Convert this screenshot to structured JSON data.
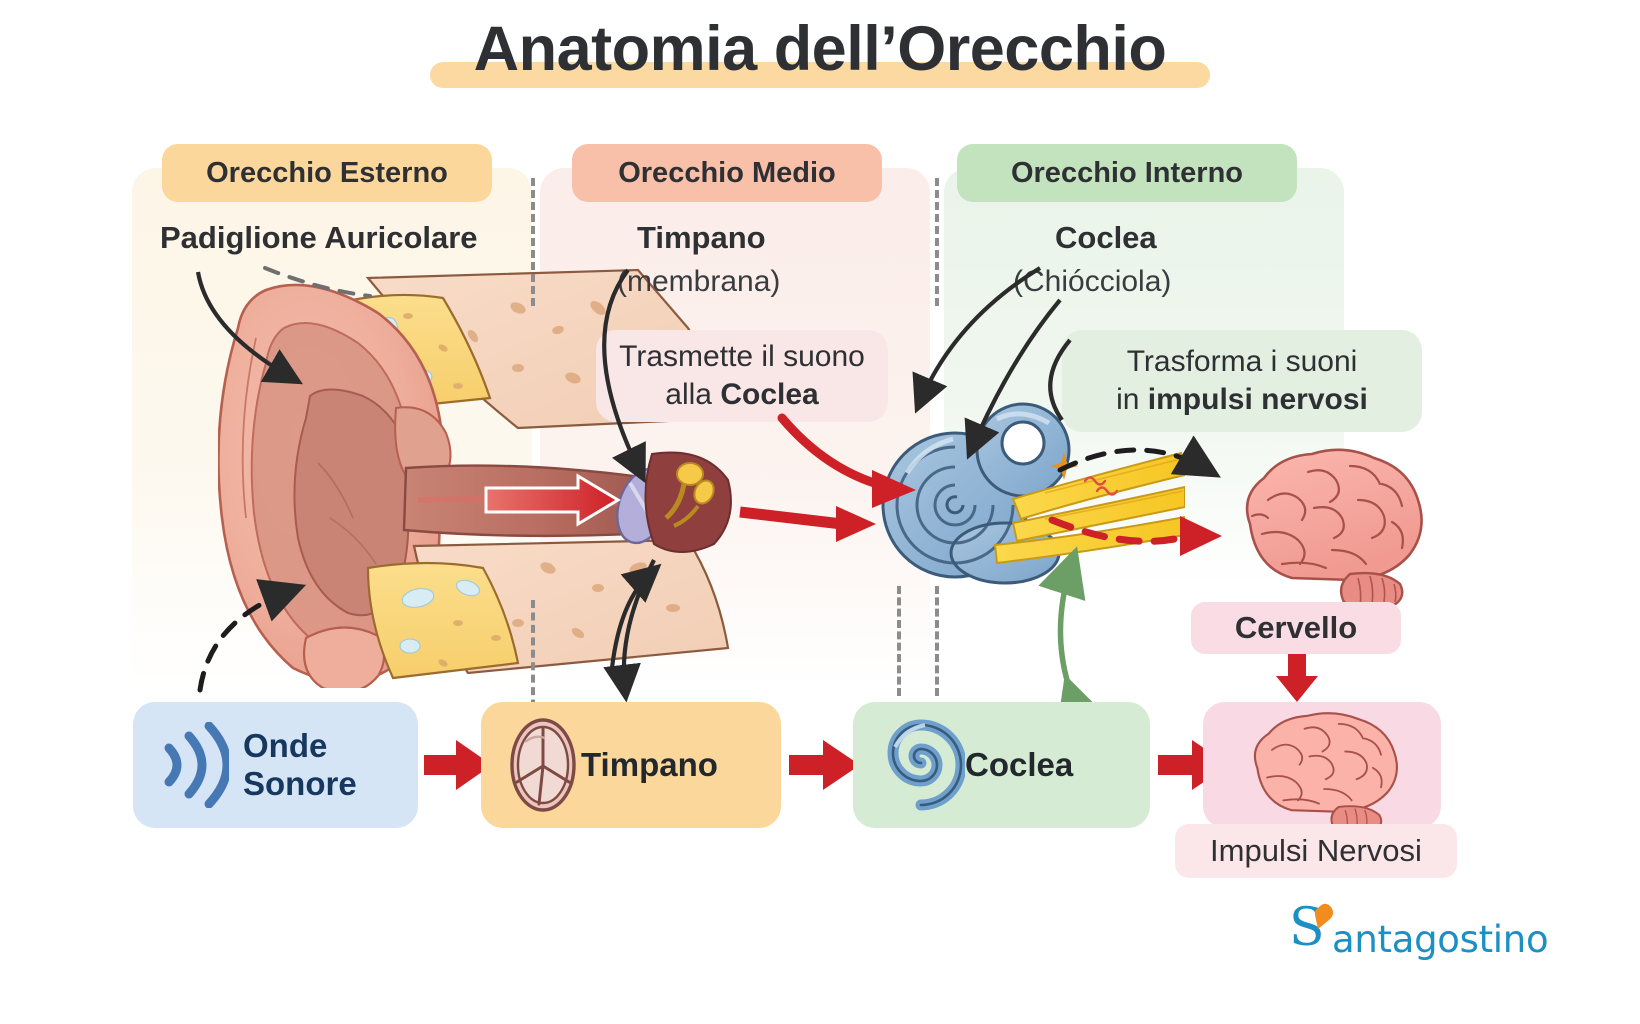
{
  "title": "Anatomia dell’Orecchio",
  "sections": [
    {
      "id": "esterno",
      "pill": "Orecchio Esterno"
    },
    {
      "id": "medio",
      "pill": "Orecchio Medio"
    },
    {
      "id": "interno",
      "pill": "Orecchio Interno"
    }
  ],
  "labels": {
    "padiglione": "Padiglione Auricolare",
    "timpano": "Timpano",
    "membrana": "(membrana)",
    "coclea": "Coclea",
    "chiocciola": "(Chiócciola)"
  },
  "callouts": {
    "trasmette_line1": "Trasmette il suono",
    "trasmette_line2_plain": "alla ",
    "trasmette_line2_bold": "Coclea",
    "trasforma_line1": "Trasforma i suoni",
    "trasforma_line2_plain": "in ",
    "trasforma_line2_bold": "impulsi nervosi"
  },
  "flow": [
    {
      "id": "onde",
      "label_line1": "Onde",
      "label_line2": "Sonore",
      "icon": "sound-waves-icon",
      "bg": "#D5E5F5"
    },
    {
      "id": "timpano",
      "label": "Timpano",
      "icon": "eardrum-icon",
      "bg": "#FBD79B"
    },
    {
      "id": "coclea",
      "label": "Coclea",
      "icon": "cochlea-spiral-icon",
      "bg": "#D6EBD3"
    },
    {
      "id": "cervello",
      "label": "",
      "icon": "brain-icon",
      "bg": "#F9D9E3"
    }
  ],
  "brain_labels": {
    "cervello": "Cervello",
    "impulsi": "Impulsi Nervosi"
  },
  "logo": {
    "mark": "S",
    "text": "antagostino",
    "mark_color": "#1C8FC4",
    "accent_color": "#F28C1E"
  },
  "colors": {
    "title_underline": "#FBD9A0",
    "pill_esterno": "#FBD79B",
    "pill_medio": "#F8C0A8",
    "pill_interno": "#C3E3BE",
    "arrow_red": "#CE2027",
    "arrow_green": "#6B9F66",
    "arrow_black": "#2b2b2b",
    "text_dark": "#2e3033",
    "onde_text": "#17385e"
  }
}
